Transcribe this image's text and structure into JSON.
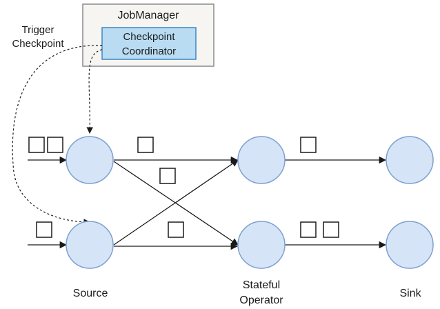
{
  "job_manager": {
    "title": "JobManager",
    "coordinator_line1": "Checkpoint",
    "coordinator_line2": "Coordinator"
  },
  "trigger": {
    "line1": "Trigger",
    "line2": "Checkpoint"
  },
  "stages": {
    "source": "Source",
    "stateful_line1": "Stateful",
    "stateful_line2": "Operator",
    "sink": "Sink"
  },
  "colors": {
    "node_fill": "#d6e4f7",
    "node_stroke": "#7da0cf",
    "coordinator_fill": "#b9dcf2",
    "coordinator_stroke": "#3b86c6",
    "jobmanager_fill": "#f6f5f1",
    "jobmanager_stroke": "#8a8a8a",
    "line": "#1a1a1a"
  }
}
